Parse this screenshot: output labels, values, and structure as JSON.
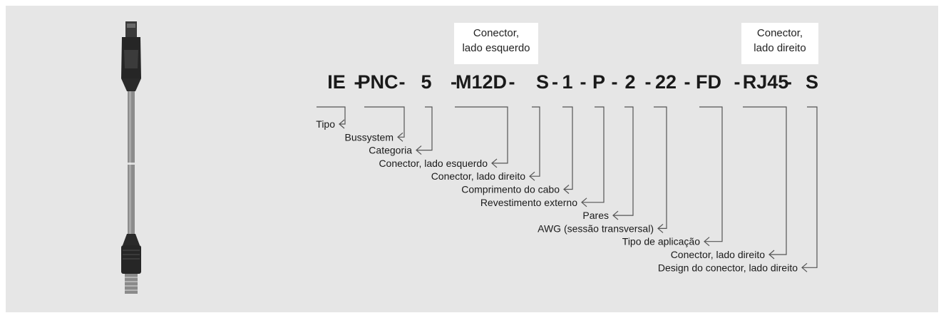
{
  "headers": {
    "left": {
      "line1": "Conector,",
      "line2": "lado esquerdo"
    },
    "right": {
      "line1": "Conector,",
      "line2": "lado direito"
    }
  },
  "code_segments": [
    "IE",
    "PNC",
    "5",
    "M12D",
    "S",
    "1",
    "P",
    "2",
    "22",
    "FD",
    "RJ45",
    "S"
  ],
  "separator": "-",
  "labels": [
    "Tipo",
    "Bussystem",
    "Categoria",
    "Conector, lado esquerdo",
    "Conector, lado direito",
    "Comprimento do cabo",
    "Revestimento externo",
    "Pares",
    "AWG (sessão transversal)",
    "Tipo de aplicação",
    "Conector, lado direito",
    "Design do conector, lado direito"
  ],
  "colors": {
    "background": "#e6e6e6",
    "cable": "#8c8c8c",
    "connector": "#262626",
    "line": "#555555"
  }
}
